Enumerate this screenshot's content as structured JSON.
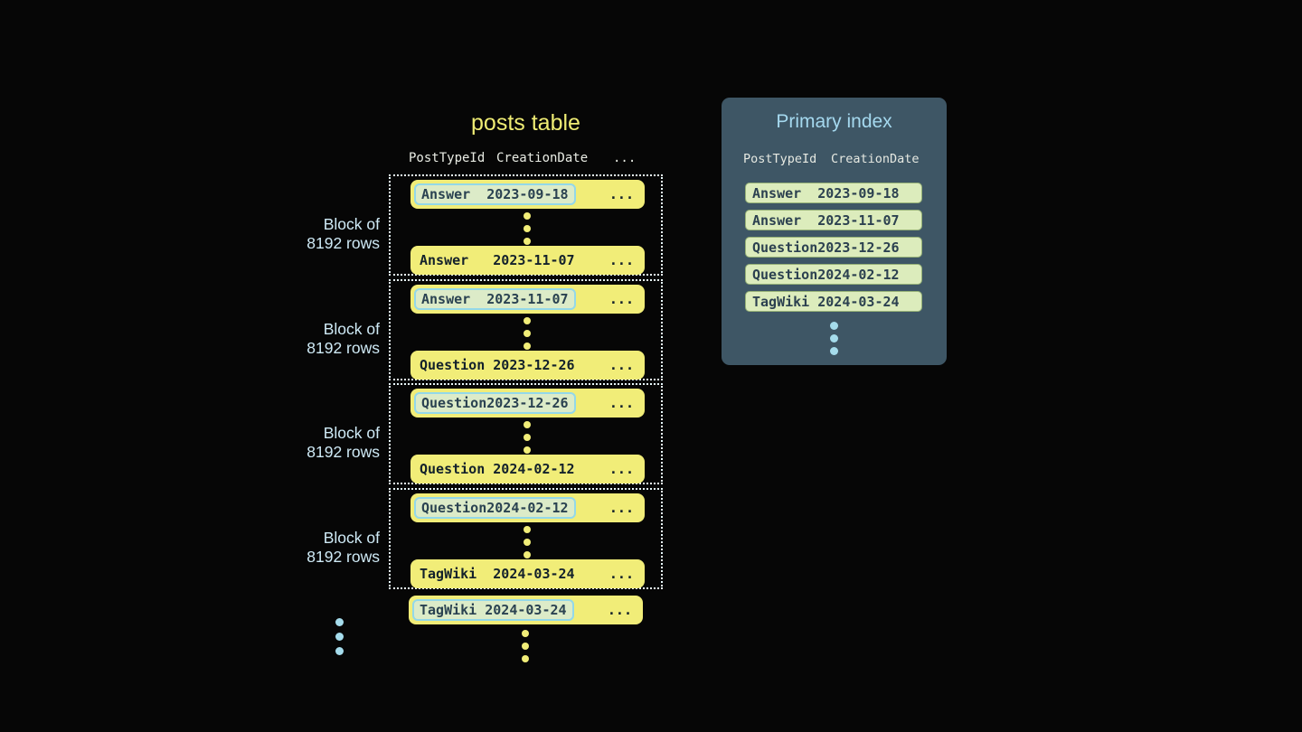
{
  "posts_table": {
    "title": "posts table",
    "columns": [
      "PostTypeId",
      "CreationDate",
      "..."
    ],
    "block_label": {
      "line1": "Block of",
      "line2": "8192 rows"
    },
    "ellipsis": "...",
    "blocks": [
      {
        "first": {
          "type": "Answer",
          "date": "2023-09-18"
        },
        "last": {
          "type": "Answer",
          "date": "2023-11-07"
        }
      },
      {
        "first": {
          "type": "Answer",
          "date": "2023-11-07"
        },
        "last": {
          "type": "Question",
          "date": "2023-12-26"
        }
      },
      {
        "first": {
          "type": "Question",
          "date": "2023-12-26"
        },
        "last": {
          "type": "Question",
          "date": "2024-02-12"
        }
      },
      {
        "first": {
          "type": "Question",
          "date": "2024-02-12"
        },
        "last": {
          "type": "TagWiki",
          "date": "2024-03-24"
        }
      }
    ],
    "overflow_row": {
      "type": "TagWiki",
      "date": "2024-03-24"
    }
  },
  "primary_index": {
    "title": "Primary index",
    "columns": [
      "PostTypeId",
      "CreationDate"
    ],
    "rows": [
      {
        "type": "Answer",
        "date": "2023-09-18"
      },
      {
        "type": "Answer",
        "date": "2023-11-07"
      },
      {
        "type": "Question",
        "date": "2023-12-26"
      },
      {
        "type": "Question",
        "date": "2024-02-12"
      },
      {
        "type": "TagWiki",
        "date": "2024-03-24"
      }
    ]
  },
  "colors": {
    "background": "#060606",
    "row_yellow": "#f1ed78",
    "row_text_dark": "#13212b",
    "highlight_pill_bg": "#dcebc8",
    "highlight_pill_border": "#93d8e9",
    "dotted_block_border": "#e9fafd",
    "block_label_blue": "#cfeaf6",
    "title_yellow": "#efec74",
    "panel_bg": "#3e5665",
    "panel_title_blue": "#a5d9ef",
    "index_row_bg": "#dcecbc",
    "index_row_border": "#96b177",
    "index_row_text": "#2c4150",
    "header_text": "#e9ece4",
    "dot_blue": "#a5dcec"
  }
}
